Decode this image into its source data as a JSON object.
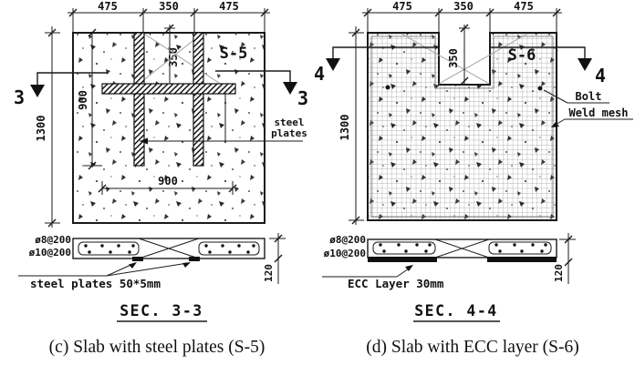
{
  "colors": {
    "line": "#1a1a1a",
    "hatch": "#111111",
    "mesh": "#9a9a9a",
    "cut_diagonal": "#a0a0a0"
  },
  "panel_c": {
    "plan": {
      "slab_label": "S-5",
      "dim_top_segments": [
        "475",
        "350",
        "475"
      ],
      "dim_height": "1300",
      "dim_plate_vertical": "900",
      "dim_notch_depth": "350",
      "dim_plate_horizontal": "900",
      "cut_label": "3",
      "note_line1": "steel",
      "note_line2": "plates"
    },
    "section": {
      "rebar_top_label": "ø8@200",
      "rebar_bottom_label": "ø10@200",
      "dim_thickness": "120",
      "note": "steel plates 50*5mm",
      "title": "SEC. 3-3"
    },
    "caption": "(c) Slab with steel plates (S-5)"
  },
  "panel_d": {
    "plan": {
      "slab_label": "S-6",
      "dim_top_segments": [
        "475",
        "350",
        "475"
      ],
      "dim_height": "1300",
      "dim_notch_depth": "350",
      "cut_label": "4",
      "note_bolt": "Bolt",
      "note_weld_mesh": "Weld mesh"
    },
    "section": {
      "rebar_top_label": "ø8@200",
      "rebar_bottom_label": "ø10@200",
      "dim_thickness": "120",
      "note": "ECC Layer 30mm",
      "title": "SEC. 4-4"
    },
    "caption": "(d) Slab with ECC layer (S-6)"
  }
}
